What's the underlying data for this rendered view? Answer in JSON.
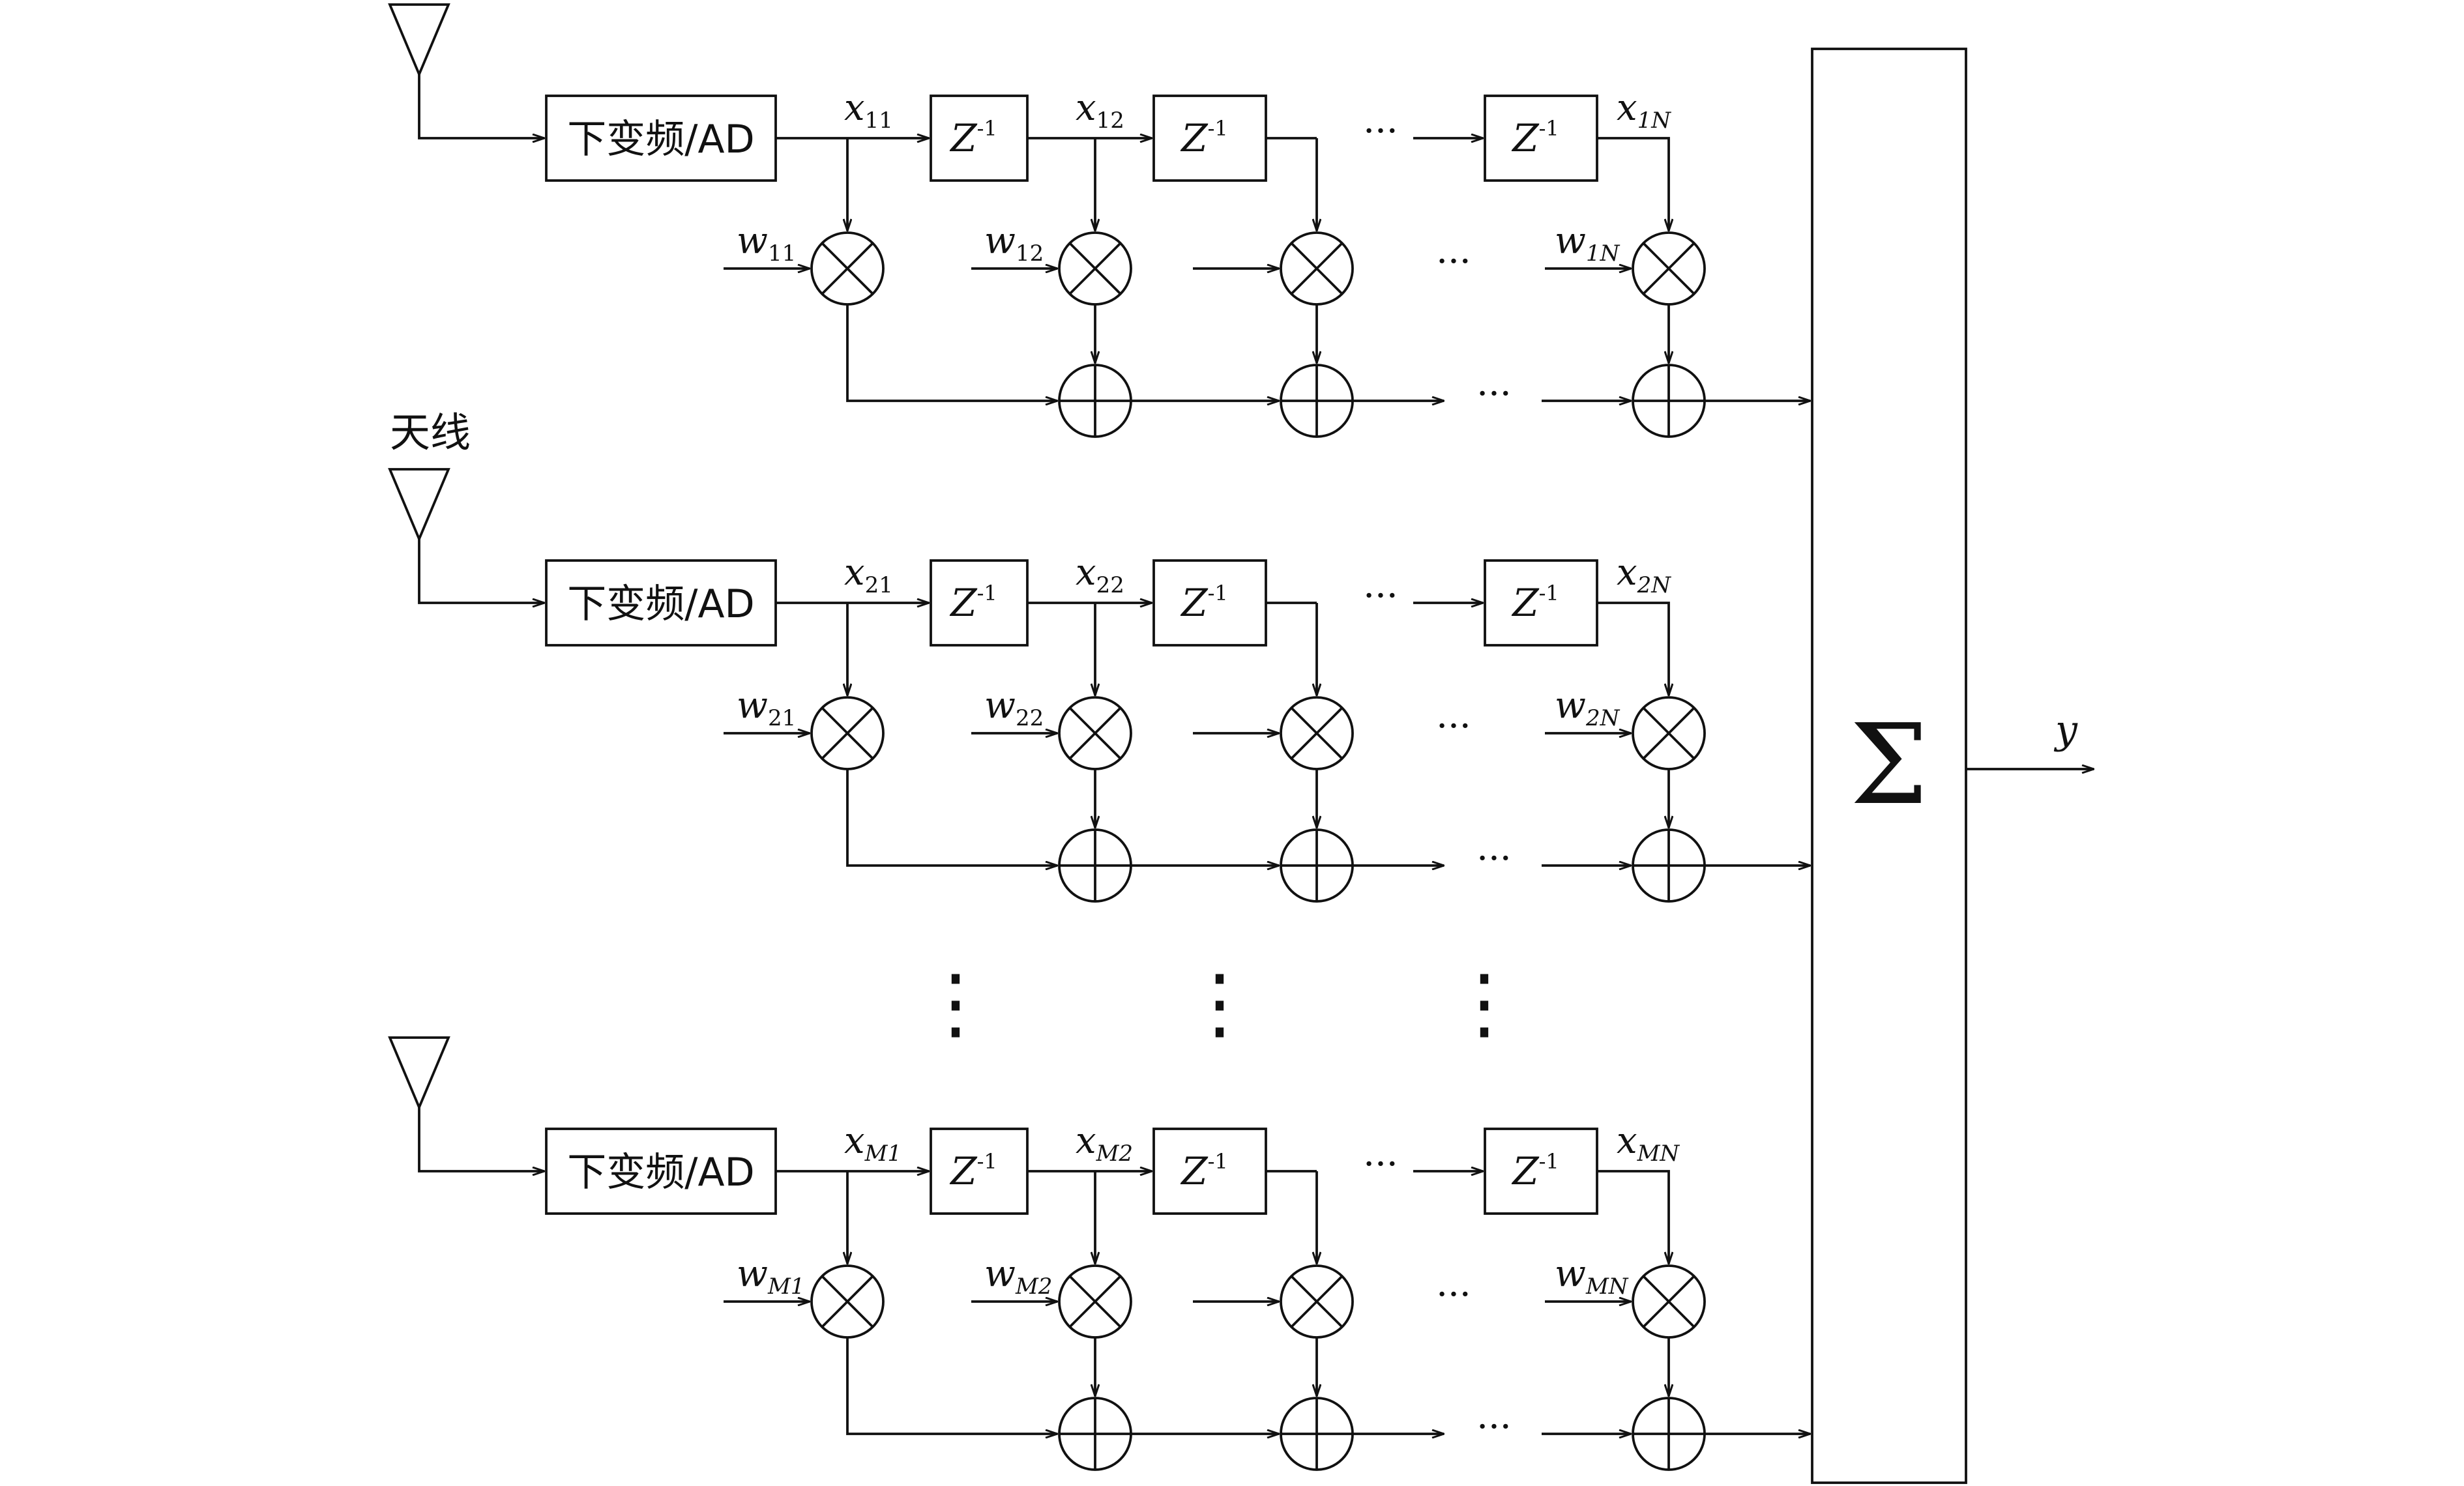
{
  "antenna_label": "天线",
  "converter_label": "下变频/AD",
  "delay_label": "Z",
  "delay_exponent": "-1",
  "sum_symbol": "Σ",
  "output_label": "y",
  "ellipsis": "···",
  "vertical_ellipsis": "⋮",
  "rows": [
    {
      "x_labels": [
        {
          "base": "x",
          "sub": "11"
        },
        {
          "base": "x",
          "sub": "12"
        },
        {
          "base": "x",
          "sub": "1N"
        }
      ],
      "w_labels": [
        {
          "base": "w",
          "sub": "11"
        },
        {
          "base": "w",
          "sub": "12"
        },
        {
          "base": "w",
          "sub": "1N"
        }
      ]
    },
    {
      "x_labels": [
        {
          "base": "x",
          "sub": "21"
        },
        {
          "base": "x",
          "sub": "22"
        },
        {
          "base": "x",
          "sub": "2N"
        }
      ],
      "w_labels": [
        {
          "base": "w",
          "sub": "21"
        },
        {
          "base": "w",
          "sub": "22"
        },
        {
          "base": "w",
          "sub": "2N"
        }
      ]
    },
    {
      "x_labels": [
        {
          "base": "x",
          "sub": "M1"
        },
        {
          "base": "x",
          "sub": "M2"
        },
        {
          "base": "x",
          "sub": "MN"
        }
      ],
      "w_labels": [
        {
          "base": "w",
          "sub": "M1"
        },
        {
          "base": "w",
          "sub": "M2"
        },
        {
          "base": "w",
          "sub": "MN"
        }
      ]
    }
  ]
}
